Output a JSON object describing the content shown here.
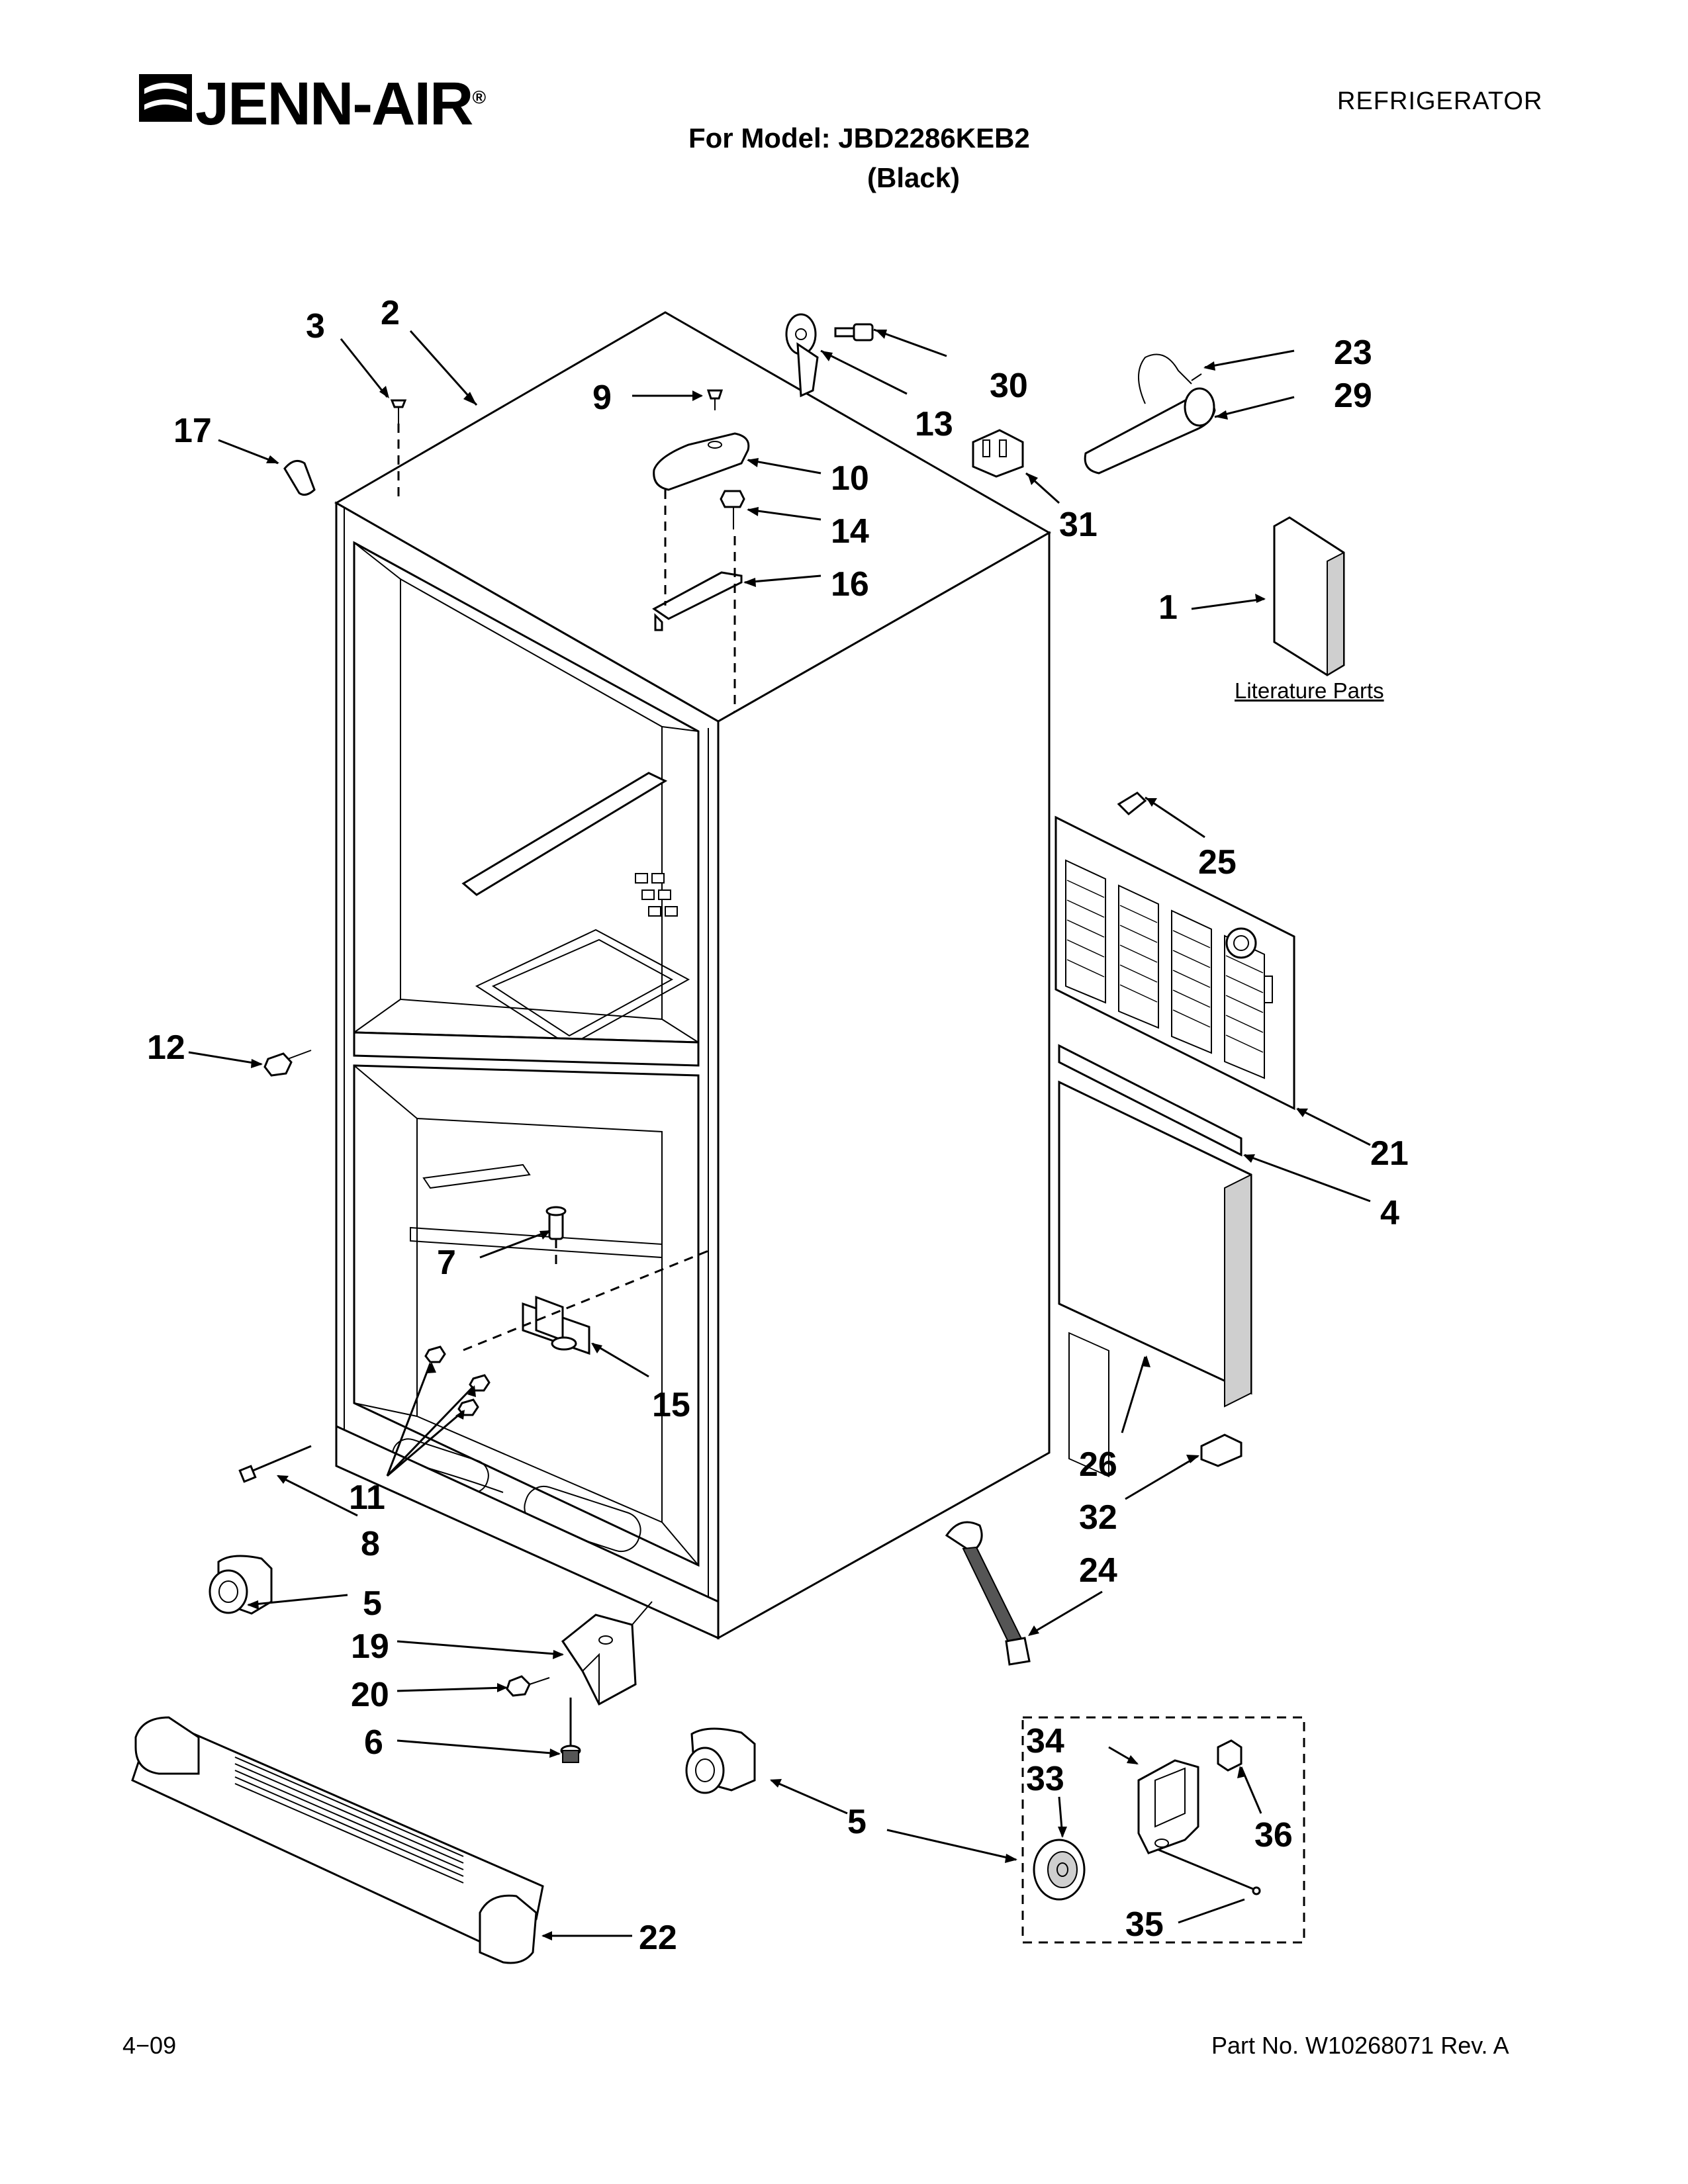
{
  "brand": {
    "name": "JENN-AIR",
    "registered_mark": "®"
  },
  "header": {
    "category": "REFRIGERATOR",
    "model_line": "For Model: JBD2286KEB2",
    "variant": "(Black)"
  },
  "literature_label": "Literature Parts",
  "footer": {
    "date": "4−09",
    "part_number": "Part No. W10268071 Rev. A"
  },
  "callouts": {
    "c1": "1",
    "c2": "2",
    "c3": "3",
    "c4": "4",
    "c5a": "5",
    "c5b": "5",
    "c6": "6",
    "c7": "7",
    "c8": "8",
    "c9": "9",
    "c10": "10",
    "c11": "11",
    "c12": "12",
    "c13": "13",
    "c14": "14",
    "c15": "15",
    "c16": "16",
    "c17": "17",
    "c19": "19",
    "c20": "20",
    "c21": "21",
    "c22": "22",
    "c23": "23",
    "c24": "24",
    "c25": "25",
    "c26": "26",
    "c29": "29",
    "c30": "30",
    "c31": "31",
    "c32": "32",
    "c33": "33",
    "c34": "34",
    "c35": "35",
    "c36": "36"
  },
  "icons": {
    "brand_logo": "jenn-air-swoosh-logo"
  }
}
